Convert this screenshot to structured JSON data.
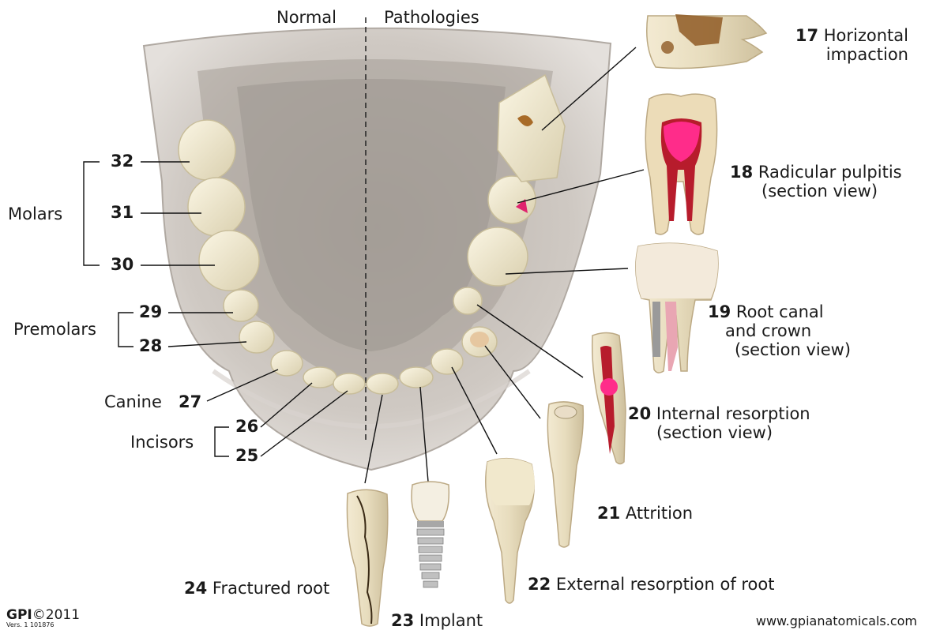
{
  "header": {
    "normal": "Normal",
    "pathologies": "Pathologies"
  },
  "categories": {
    "molars": "Molars",
    "premolars": "Premolars",
    "canine": "Canine",
    "incisors": "Incisors"
  },
  "left_teeth": {
    "t32": "32",
    "t31": "31",
    "t30": "30",
    "t29": "29",
    "t28": "28",
    "t27": "27",
    "t26": "26",
    "t25": "25"
  },
  "pathologies": [
    {
      "num": "17",
      "text": "Horizontal",
      "text2": "impaction"
    },
    {
      "num": "18",
      "text": "Radicular pulpitis",
      "text2": "(section view)"
    },
    {
      "num": "19",
      "text": "Root canal",
      "text2": "and crown",
      "text3": "(section view)"
    },
    {
      "num": "20",
      "text": "Internal resorption",
      "text2": "(section view)"
    },
    {
      "num": "21",
      "text": "Attrition"
    },
    {
      "num": "22",
      "text": "External resorption of root"
    },
    {
      "num": "23",
      "text": "Implant"
    },
    {
      "num": "24",
      "text": "Fractured root"
    }
  ],
  "footer": {
    "brand": "GPI",
    "copyright": "©2011",
    "version": "Vers. 1 101876",
    "url": "www.gpianatomicals.com"
  },
  "colors": {
    "jaw": "#c9c3bd",
    "tooth": "#efe8cf",
    "pulp": "#e0246e",
    "root": "#e8dcc0"
  }
}
